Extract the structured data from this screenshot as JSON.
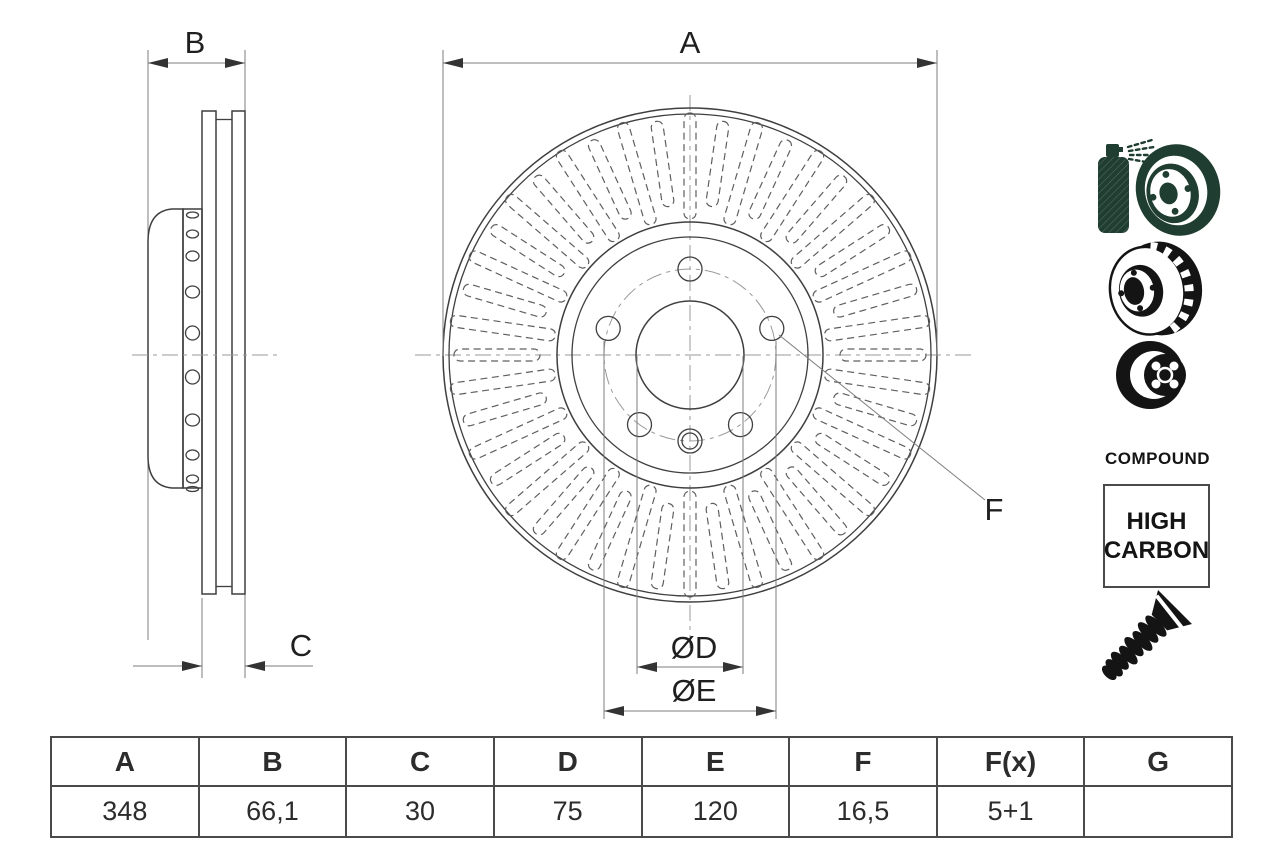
{
  "drawing": {
    "labels": {
      "A": "A",
      "B": "B",
      "C": "C",
      "D": "ØD",
      "E": "ØE",
      "F": "F"
    }
  },
  "icons": {
    "compound_label": "COMPOUND",
    "high_carbon_line1": "HIGH",
    "high_carbon_line2": "CARBON",
    "spray_green": "#1f3d30",
    "icon_black": "#141414"
  },
  "colors": {
    "outline": "#3f3f3f",
    "dimension_lines": "#7d7d7d",
    "centerlines": "#9a9a9a",
    "table_border": "#4a4a4a",
    "background": "#ffffff"
  },
  "table": {
    "headers": [
      "A",
      "B",
      "C",
      "D",
      "E",
      "F",
      "F(x)",
      "G"
    ],
    "values": [
      "348",
      "66,1",
      "30",
      "75",
      "120",
      "16,5",
      "5+1",
      ""
    ]
  }
}
